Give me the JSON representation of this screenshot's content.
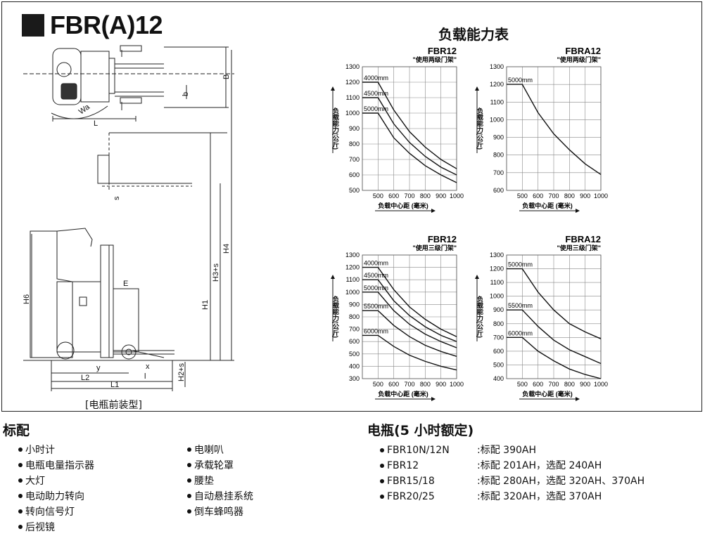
{
  "title": "FBR(A)12",
  "capacity_title": "负载能力表",
  "drawing": {
    "caption": "[电瓶前装型]",
    "labels": [
      "B",
      "b",
      "Wa",
      "L",
      "H4",
      "H3+s",
      "H1",
      "H6",
      "E",
      "s",
      "y",
      "l",
      "x",
      "L2",
      "L1",
      "H2+s"
    ]
  },
  "chart_data": [
    {
      "type": "line",
      "title": "FBR12",
      "subtitle": "\"使用两级门架\"",
      "xlabel": "负载中心距 (毫米)",
      "ylabel": "负载能力(公斤)",
      "x": [
        500,
        600,
        700,
        800,
        900,
        1000
      ],
      "ylim": [
        500,
        1300
      ],
      "yticks": [
        500,
        600,
        700,
        800,
        900,
        1000,
        1100,
        1200,
        1300
      ],
      "grid": true,
      "series": [
        {
          "name": "4000mm",
          "values": [
            1200,
            1020,
            880,
            780,
            700,
            640
          ]
        },
        {
          "name": "4500mm",
          "values": [
            1100,
            930,
            810,
            720,
            650,
            600
          ]
        },
        {
          "name": "5000mm",
          "values": [
            1000,
            840,
            740,
            660,
            600,
            550
          ]
        }
      ]
    },
    {
      "type": "line",
      "title": "FBRA12",
      "subtitle": "\"使用两级门架\"",
      "xlabel": "负载中心距 (毫米)",
      "ylabel": "负载能力(公斤)",
      "x": [
        500,
        600,
        700,
        800,
        900,
        1000
      ],
      "ylim": [
        600,
        1300
      ],
      "yticks": [
        600,
        700,
        800,
        900,
        1000,
        1100,
        1200,
        1300
      ],
      "grid": true,
      "series": [
        {
          "name": "5000mm",
          "values": [
            1200,
            1040,
            920,
            830,
            750,
            690
          ]
        }
      ]
    },
    {
      "type": "line",
      "title": "FBR12",
      "subtitle": "\"使用三级门架\"",
      "xlabel": "负载中心距 (毫米)",
      "ylabel": "负载能力(公斤)",
      "x": [
        500,
        600,
        700,
        800,
        900,
        1000
      ],
      "ylim": [
        300,
        1300
      ],
      "yticks": [
        300,
        400,
        500,
        600,
        700,
        800,
        900,
        1000,
        1100,
        1200,
        1300
      ],
      "grid": true,
      "series": [
        {
          "name": "4000mm",
          "values": [
            1200,
            1020,
            880,
            780,
            700,
            640
          ]
        },
        {
          "name": "4500mm",
          "values": [
            1100,
            930,
            810,
            720,
            650,
            600
          ]
        },
        {
          "name": "5000mm",
          "values": [
            1000,
            850,
            740,
            660,
            600,
            550
          ]
        },
        {
          "name": "5500mm",
          "values": [
            850,
            730,
            640,
            570,
            520,
            480
          ]
        },
        {
          "name": "6000mm",
          "values": [
            650,
            560,
            490,
            440,
            400,
            370
          ]
        }
      ]
    },
    {
      "type": "line",
      "title": "FBRA12",
      "subtitle": "\"使用三级门架\"",
      "xlabel": "负载中心距 (毫米)",
      "ylabel": "负载能力(公斤)",
      "x": [
        500,
        600,
        700,
        800,
        900,
        1000
      ],
      "ylim": [
        400,
        1300
      ],
      "yticks": [
        400,
        500,
        600,
        700,
        800,
        900,
        1000,
        1100,
        1200,
        1300
      ],
      "grid": true,
      "series": [
        {
          "name": "5000mm",
          "values": [
            1200,
            1030,
            900,
            800,
            740,
            690
          ]
        },
        {
          "name": "5500mm",
          "values": [
            900,
            780,
            680,
            610,
            560,
            510
          ]
        },
        {
          "name": "6000mm",
          "values": [
            700,
            600,
            530,
            470,
            430,
            400
          ]
        }
      ]
    }
  ],
  "standard": {
    "heading": "标配",
    "col1": [
      "小时计",
      "电瓶电量指示器",
      "大灯",
      "电动助力转向",
      "转向信号灯",
      "后视镜"
    ],
    "col2": [
      "电喇叭",
      "承载轮罩",
      "腰垫",
      "自动悬挂系统",
      "倒车蜂鸣器"
    ]
  },
  "battery": {
    "heading": "电瓶(5 小时额定)",
    "rows": [
      {
        "model": "FBR10N/12N",
        "spec": ":标配 390AH"
      },
      {
        "model": "FBR12",
        "spec": ":标配 201AH，选配 240AH"
      },
      {
        "model": "FBR15/18",
        "spec": ":标配 280AH，选配 320AH、370AH"
      },
      {
        "model": "FBR20/25",
        "spec": ":标配 320AH，选配 370AH"
      }
    ]
  }
}
